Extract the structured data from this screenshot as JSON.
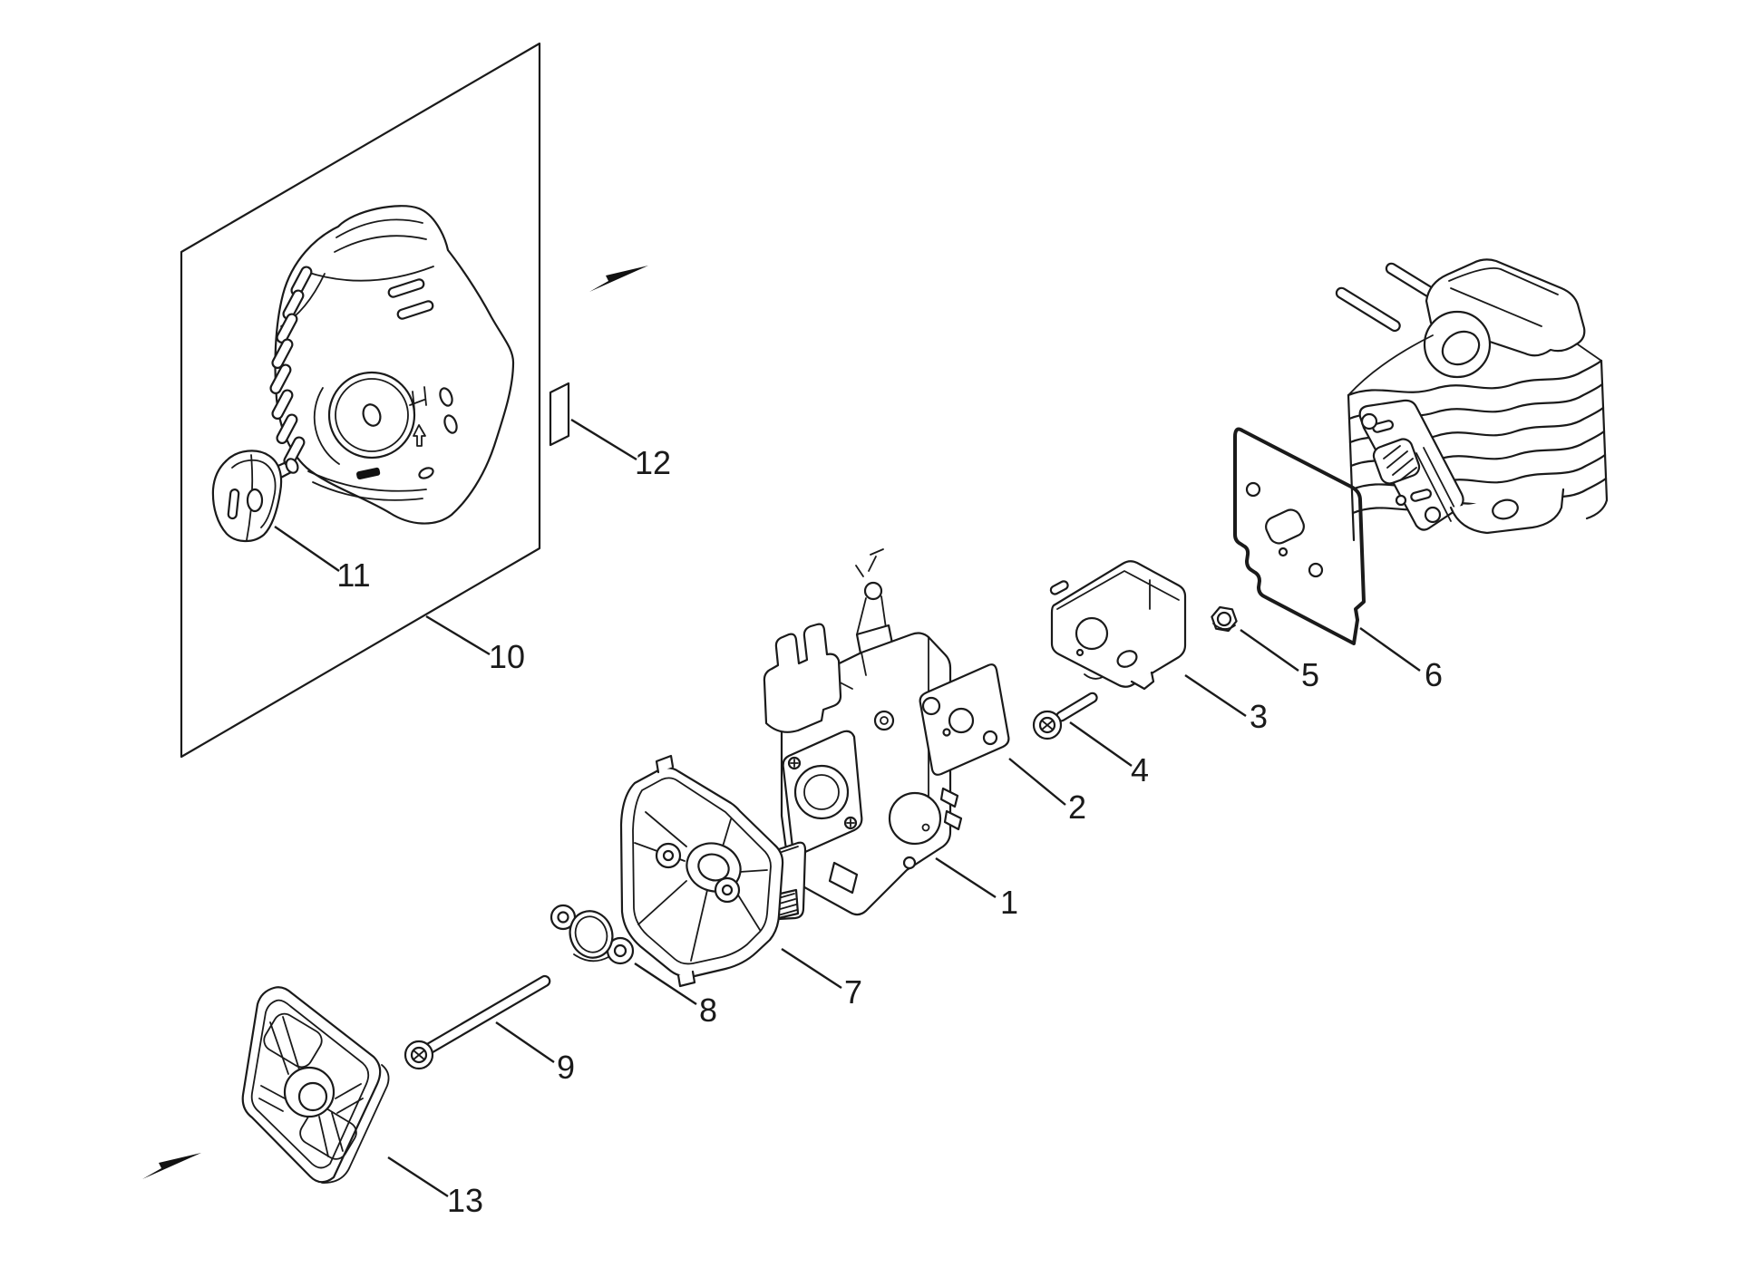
{
  "diagram": {
    "type": "exploded-parts-diagram",
    "background_color": "#ffffff",
    "line_color": "#1a1a1a",
    "callouts": [
      {
        "number": "1",
        "part": "carburetor"
      },
      {
        "number": "2",
        "part": "carburetor-gasket"
      },
      {
        "number": "3",
        "part": "intake-insulator-block"
      },
      {
        "number": "4",
        "part": "socket-head-screw"
      },
      {
        "number": "5",
        "part": "hex-nut"
      },
      {
        "number": "6",
        "part": "cylinder-gasket-plate"
      },
      {
        "number": "7",
        "part": "air-cleaner-case"
      },
      {
        "number": "8",
        "part": "choke-shutter"
      },
      {
        "number": "9",
        "part": "long-screw"
      },
      {
        "number": "10",
        "part": "engine-cover"
      },
      {
        "number": "11",
        "part": "cover-knob"
      },
      {
        "number": "12",
        "part": "label-sticker"
      },
      {
        "number": "13",
        "part": "air-cleaner-cover"
      }
    ],
    "icons": [
      {
        "name": "direction-arrow",
        "count": 2
      }
    ],
    "reference_parts": [
      "cylinder-assembly"
    ]
  }
}
